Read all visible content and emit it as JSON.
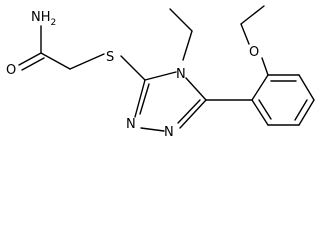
{
  "structure": {
    "atoms": {
      "amide_n": "NH",
      "amide_n_h_count": "2",
      "carbonyl_o": "O",
      "thioether_s": "S",
      "ring_n4": "N",
      "ring_n1": "N",
      "ring_n2": "N",
      "ether_o": "O"
    },
    "colors": {
      "bond": "#000000",
      "label": "#000000",
      "background": "#ffffff"
    }
  }
}
